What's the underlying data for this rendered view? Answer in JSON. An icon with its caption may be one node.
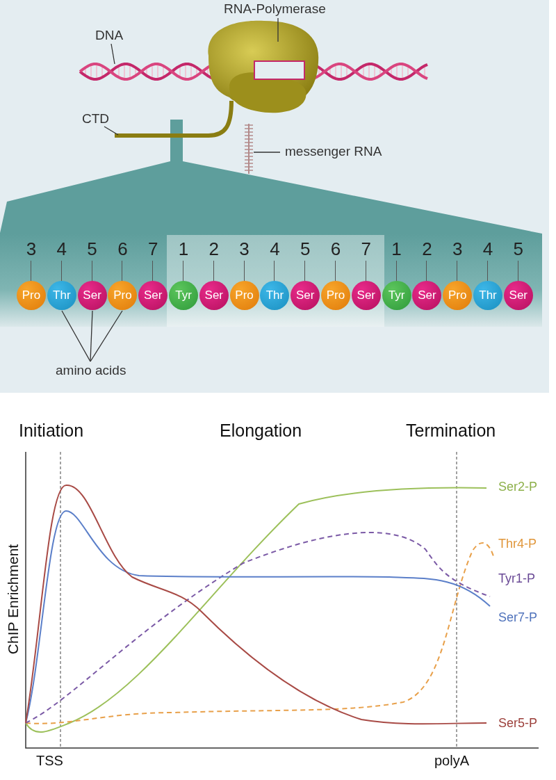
{
  "diagram": {
    "nodes": [
      {
        "text": [
          "DNA"
        ]
      },
      {
        "text": [],
        "shape": "picture"
      },
      {
        "text": [
          "RNA-Polymerase"
        ]
      },
      {
        "text": [],
        "shape": "picture"
      },
      {
        "text": [
          "CTD"
        ]
      },
      {
        "text": [],
        "shape": "picture"
      },
      {
        "text": [
          "messenger RNA"
        ]
      },
      {
        "text": [],
        "shape": "picture"
      },
      {
        "text": [
          "Pro"
        ],
        "beside": [
          "3"
        ]
      },
      {
        "text": [
          "Thr"
        ],
        "beside": [
          "4"
        ]
      },
      {
        "text": [
          "Ser"
        ],
        "beside": [
          "5"
        ]
      },
      {
        "text": [
          "Pro"
        ],
        "beside": [
          "6"
        ]
      },
      {
        "text": [
          "Ser"
        ],
        "beside": [
          "7"
        ]
      },
      {
        "text": [
          "Tyr"
        ],
        "beside": [
          "1"
        ]
      },
      {
        "text": [
          "Ser"
        ],
        "beside": [
          "2"
        ]
      },
      {
        "text": [
          "Pro"
        ],
        "beside": [
          "3"
        ]
      },
      {
        "text": [
          "Thr"
        ],
        "beside": [
          "4"
        ]
      },
      {
        "text": [
          "Ser"
        ],
        "beside": [
          "5"
        ]
      },
      {
        "text": [
          "Pro"
        ],
        "beside": [
          "6"
        ]
      },
      {
        "text": [
          "Ser"
        ],
        "beside": [
          "7"
        ]
      },
      {
        "text": [
          "Tyr"
        ],
        "beside": [
          "1"
        ]
      },
      {
        "text": [
          "Ser"
        ],
        "beside": [
          "2"
        ]
      },
      {
        "text": [
          "Pro"
        ],
        "beside": [
          "3"
        ]
      },
      {
        "text": [
          "Thr"
        ],
        "beside": [
          "4"
        ]
      },
      {
        "text": [
          "Ser"
        ],
        "beside": [
          "5"
        ]
      },
      {
        "text": [
          "amino acids"
        ]
      }
    ],
    "edges": [
      {
        "from": 0,
        "to": 1,
        "arrow": "none"
      },
      {
        "from": 2,
        "to": 3,
        "arrow": "none"
      },
      {
        "from": 4,
        "to": 5,
        "arrow": "none"
      },
      {
        "from": 6,
        "to": 7,
        "arrow": "none"
      },
      {
        "from": 25,
        "to": 9,
        "arrow": "none"
      },
      {
        "from": 25,
        "to": 10,
        "arrow": "none"
      },
      {
        "from": 25,
        "to": 11,
        "arrow": "none"
      }
    ],
    "labels": [
      "Initiation",
      "Elongation",
      "Termination",
      "Ser2-P",
      "Thr4-P",
      "ChIP Enrichment",
      "Tyr1-P",
      "Ser7-P",
      "Ser5-P",
      "TSS",
      "polyA"
    ]
  }
}
